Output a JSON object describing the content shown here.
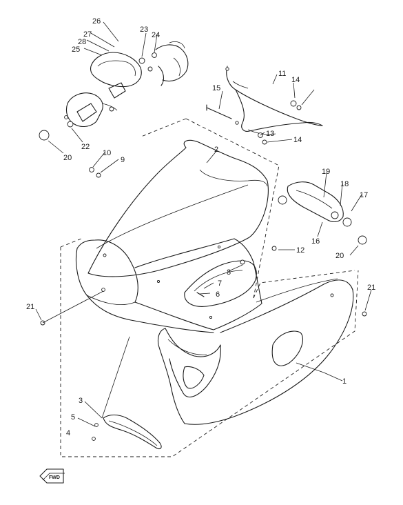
{
  "callouts": [
    {
      "id": "c1",
      "text": "1"
    },
    {
      "id": "c2",
      "text": "2"
    },
    {
      "id": "c3",
      "text": "3"
    },
    {
      "id": "c4",
      "text": "4"
    },
    {
      "id": "c5",
      "text": "5"
    },
    {
      "id": "c6",
      "text": "6"
    },
    {
      "id": "c7",
      "text": "7"
    },
    {
      "id": "c8",
      "text": "8"
    },
    {
      "id": "c9",
      "text": "9"
    },
    {
      "id": "c10",
      "text": "10"
    },
    {
      "id": "c11",
      "text": "11"
    },
    {
      "id": "c12",
      "text": "12"
    },
    {
      "id": "c13",
      "text": "13"
    },
    {
      "id": "c14a",
      "text": "14"
    },
    {
      "id": "c14b",
      "text": "14"
    },
    {
      "id": "c15",
      "text": "15"
    },
    {
      "id": "c16",
      "text": "16"
    },
    {
      "id": "c17",
      "text": "17"
    },
    {
      "id": "c18",
      "text": "18"
    },
    {
      "id": "c19",
      "text": "19"
    },
    {
      "id": "c20a",
      "text": "20"
    },
    {
      "id": "c20b",
      "text": "20"
    },
    {
      "id": "c21a",
      "text": "21"
    },
    {
      "id": "c21b",
      "text": "21"
    },
    {
      "id": "c22",
      "text": "22"
    },
    {
      "id": "c23",
      "text": "23"
    },
    {
      "id": "c24",
      "text": "24"
    },
    {
      "id": "c25",
      "text": "25"
    },
    {
      "id": "c26",
      "text": "26"
    },
    {
      "id": "c27",
      "text": "27"
    },
    {
      "id": "c28",
      "text": "28"
    }
  ],
  "direction_marker": {
    "text": "FWD",
    "icon": "forward-arrow-icon"
  }
}
